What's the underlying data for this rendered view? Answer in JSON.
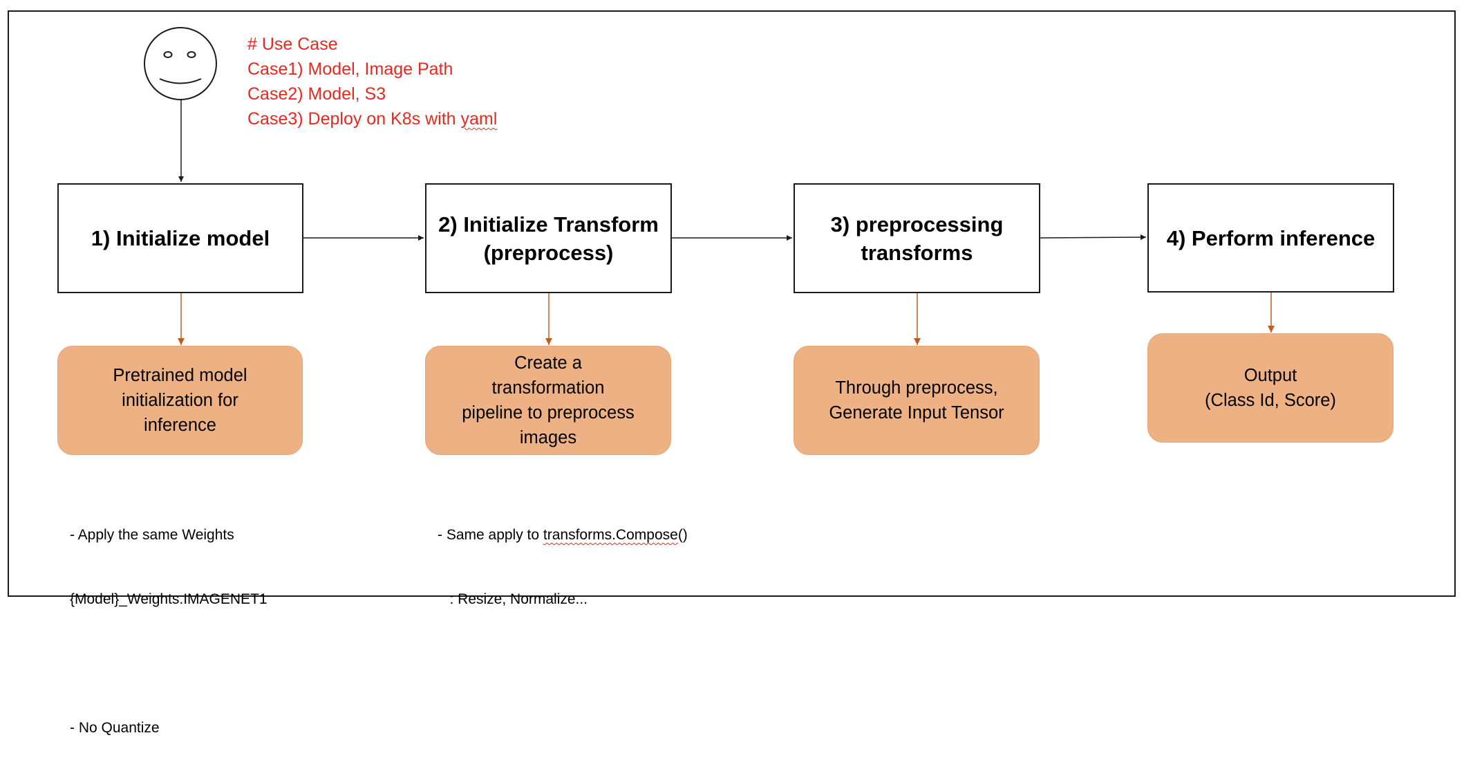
{
  "use_case": {
    "heading": "# Use Case",
    "case1": "Case1) Model, Image Path",
    "case2": "Case2) Model, S3",
    "case3_prefix": "Case3) Deploy on K8s with ",
    "case3_flagged": "yaml"
  },
  "steps": [
    {
      "title_line1": "1) Initialize model"
    },
    {
      "title_line1": "2) Initialize Transform",
      "title_line2": "(preprocess)"
    },
    {
      "title_line1": "3) preprocessing",
      "title_line2": "transforms"
    },
    {
      "title_line1": "4) Perform inference"
    }
  ],
  "details": [
    {
      "lines": [
        "Pretrained model",
        "initialization for",
        "inference"
      ]
    },
    {
      "lines": [
        "Create a",
        "transformation",
        "pipeline to preprocess",
        "images"
      ]
    },
    {
      "lines": [
        "Through preprocess,",
        "Generate Input Tensor"
      ]
    },
    {
      "lines": [
        "Output",
        "(Class Id, Score)"
      ]
    }
  ],
  "notes": {
    "step1": {
      "line1": "- Apply the same Weights",
      "line2": "{Model}_Weights.IMAGENET1",
      "line3": "- No Quantize"
    },
    "step2": {
      "line1_prefix": "- Same apply to ",
      "line1_flagged": "transforms.Compose",
      "line1_suffix": "()",
      "line2": "   : Resize, Normalize..."
    }
  },
  "colors": {
    "accent_text": "#e8281e",
    "detail_fill": "#edb184",
    "down_arrow": "#c65a1e",
    "flow_arrow": "#1a1a1a"
  },
  "icons": {
    "user": "smiley-face-icon"
  }
}
